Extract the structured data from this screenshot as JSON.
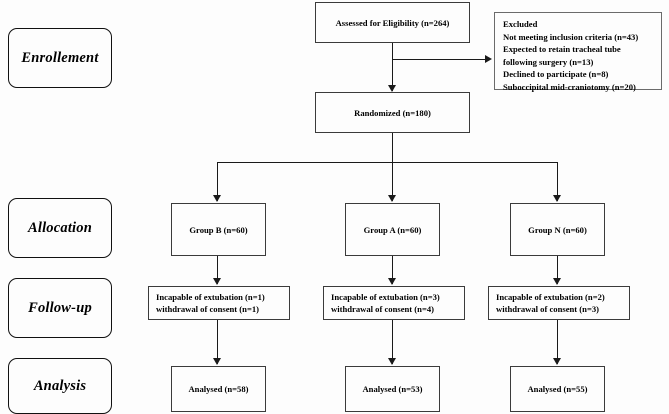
{
  "diagram": {
    "title": "CONSORT participant flow diagram",
    "type": "flowchart",
    "background_color": "#fdfdfd",
    "line_color": "#1a1a1a",
    "box_border_color": "#3b3b3b"
  },
  "stages": [
    {
      "label": "Enrollement"
    },
    {
      "label": "Allocation"
    },
    {
      "label": "Follow-up"
    },
    {
      "label": "Analysis"
    }
  ],
  "enrollment": {
    "assessed": {
      "text": "Assessed for Eligibility (n=264)",
      "n": 264
    },
    "randomized": {
      "text": "Randomized (n=180)",
      "n": 180
    },
    "excluded": {
      "heading": "Excluded",
      "reasons": [
        {
          "text": "Not meeting inclusion criteria (n=43)",
          "n": 43
        },
        {
          "text": "Expected to retain tracheal tube",
          "n": null
        },
        {
          "text": "following surgery (n=13)",
          "n": 13
        },
        {
          "text": "Declined to participate (n=8)",
          "n": 8
        },
        {
          "text": "Suboccipital mid-craniotomy (n=20)",
          "n": 20
        }
      ]
    }
  },
  "arms": [
    {
      "allocation": {
        "text": "Group B (n=60)",
        "n": 60
      },
      "followup": {
        "line1": "Incapable of extubation (n=1)",
        "line2": "withdrawal of consent (n=1)",
        "incapable_n": 1,
        "withdrawal_n": 1
      },
      "analysis": {
        "text": "Analysed (n=58)",
        "n": 58
      }
    },
    {
      "allocation": {
        "text": "Group A (n=60)",
        "n": 60
      },
      "followup": {
        "line1": "Incapable of extubation (n=3)",
        "line2": "withdrawal of consent (n=4)",
        "incapable_n": 3,
        "withdrawal_n": 4
      },
      "analysis": {
        "text": "Analysed (n=53)",
        "n": 53
      }
    },
    {
      "allocation": {
        "text": "Group N (n=60)",
        "n": 60
      },
      "followup": {
        "line1": "Incapable of extubation (n=2)",
        "line2": "withdrawal of consent (n=3)",
        "incapable_n": 2,
        "withdrawal_n": 3
      },
      "analysis": {
        "text": "Analysed (n=55)",
        "n": 55
      }
    }
  ]
}
